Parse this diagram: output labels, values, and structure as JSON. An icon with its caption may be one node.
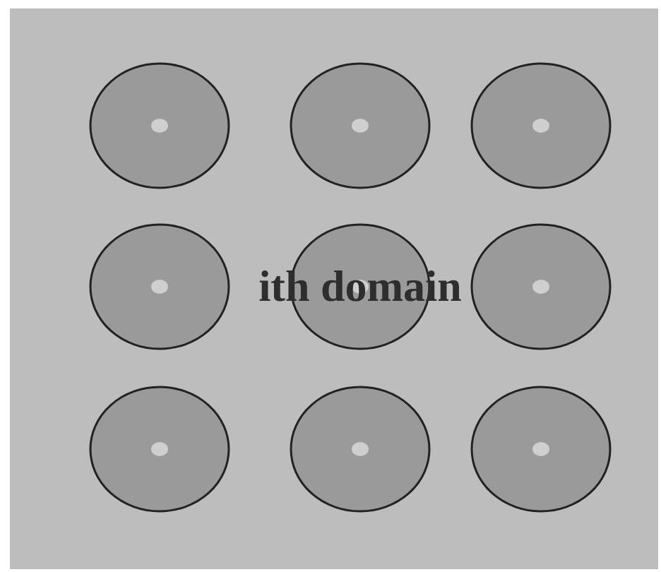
{
  "diagram": {
    "nodes": [
      {
        "text": [],
        "shape": "box"
      },
      {
        "text": [],
        "shape": "circle",
        "in": 0
      },
      {
        "text": [],
        "shape": "circle",
        "in": 0
      },
      {
        "text": [],
        "shape": "circle",
        "in": 0
      },
      {
        "text": [],
        "shape": "circle",
        "in": 0
      },
      {
        "text": [
          "ith domain"
        ],
        "in": 0
      },
      {
        "text": [],
        "shape": "circle",
        "in": 0
      },
      {
        "text": [],
        "shape": "circle",
        "in": 0
      },
      {
        "text": [],
        "shape": "circle",
        "in": 0
      },
      {
        "text": [],
        "shape": "circle",
        "in": 0
      }
    ]
  }
}
